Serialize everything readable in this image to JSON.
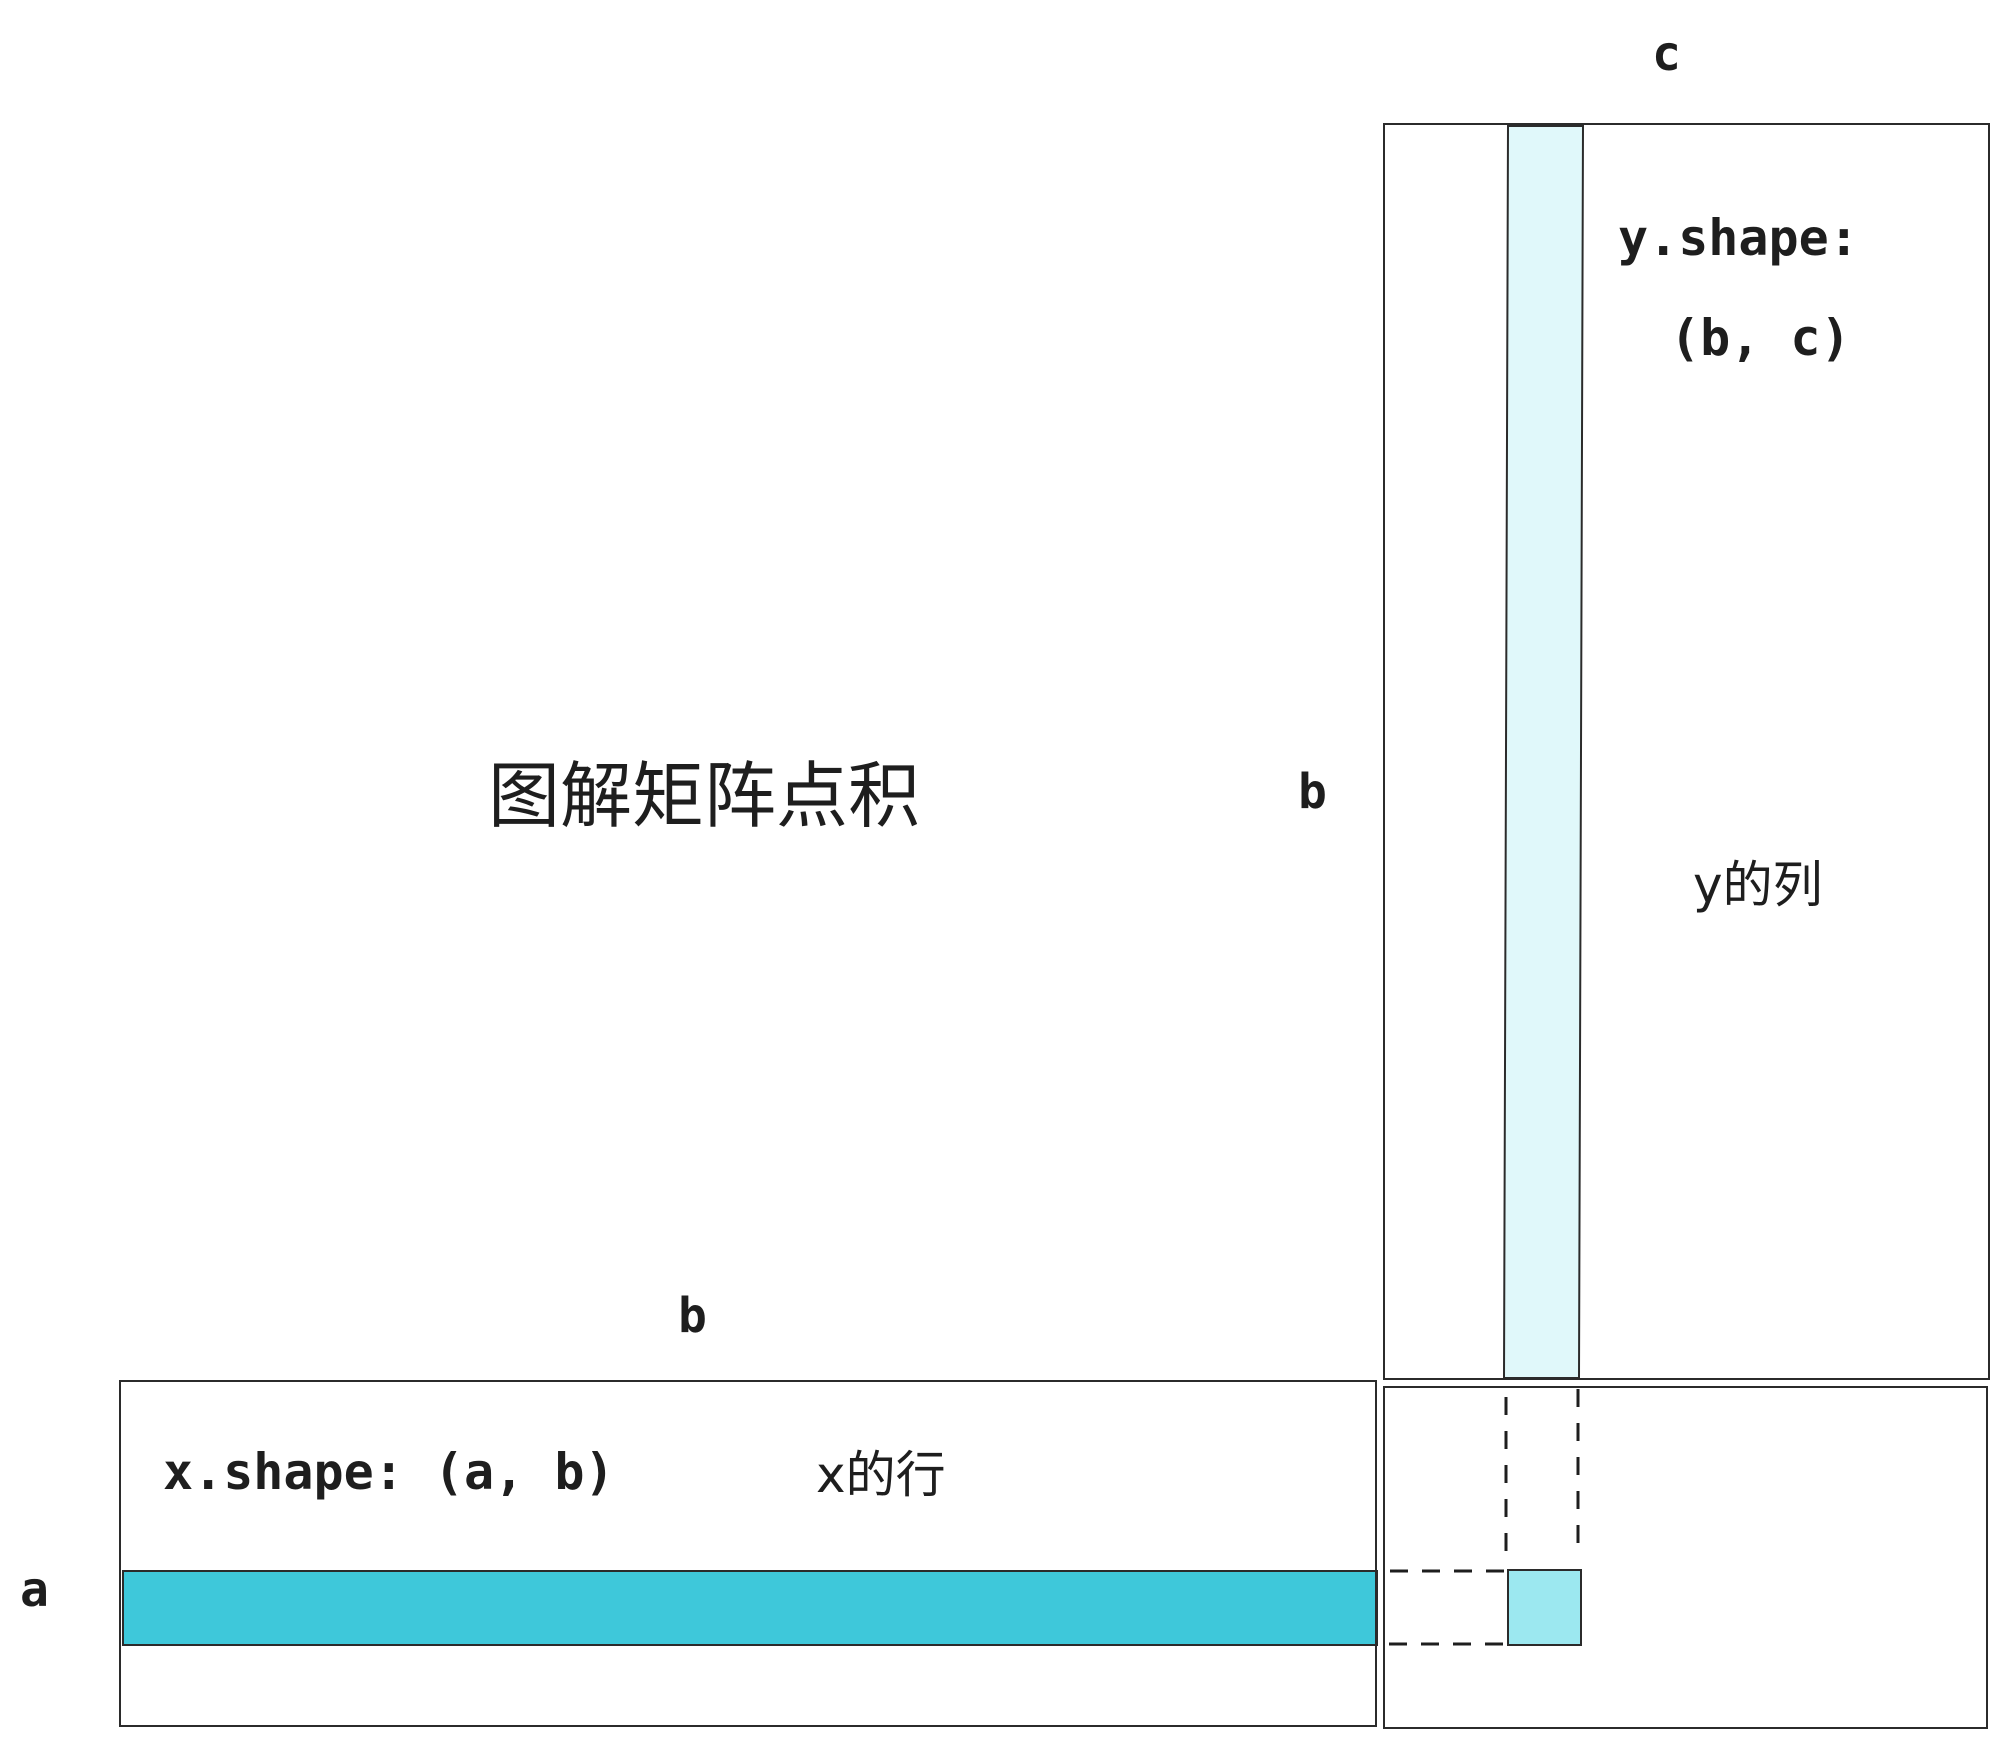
{
  "title": "图解矩阵点积",
  "x_matrix": {
    "shape_label": "x.shape: (a, b)",
    "row_label": "x的行",
    "dim_rows": "a",
    "dim_cols": "b"
  },
  "y_matrix": {
    "shape_label_line1": "y.shape:",
    "shape_label_line2": "(b, c)",
    "col_label": "y的列",
    "dim_rows": "b",
    "dim_cols": "c"
  },
  "colors": {
    "x_row_fill": "#3ec8da",
    "y_col_fill": "#e0f8fa",
    "result_cell_fill": "#9ce8f0",
    "stroke": "#2b2b2b",
    "text": "#1e1e1e"
  }
}
